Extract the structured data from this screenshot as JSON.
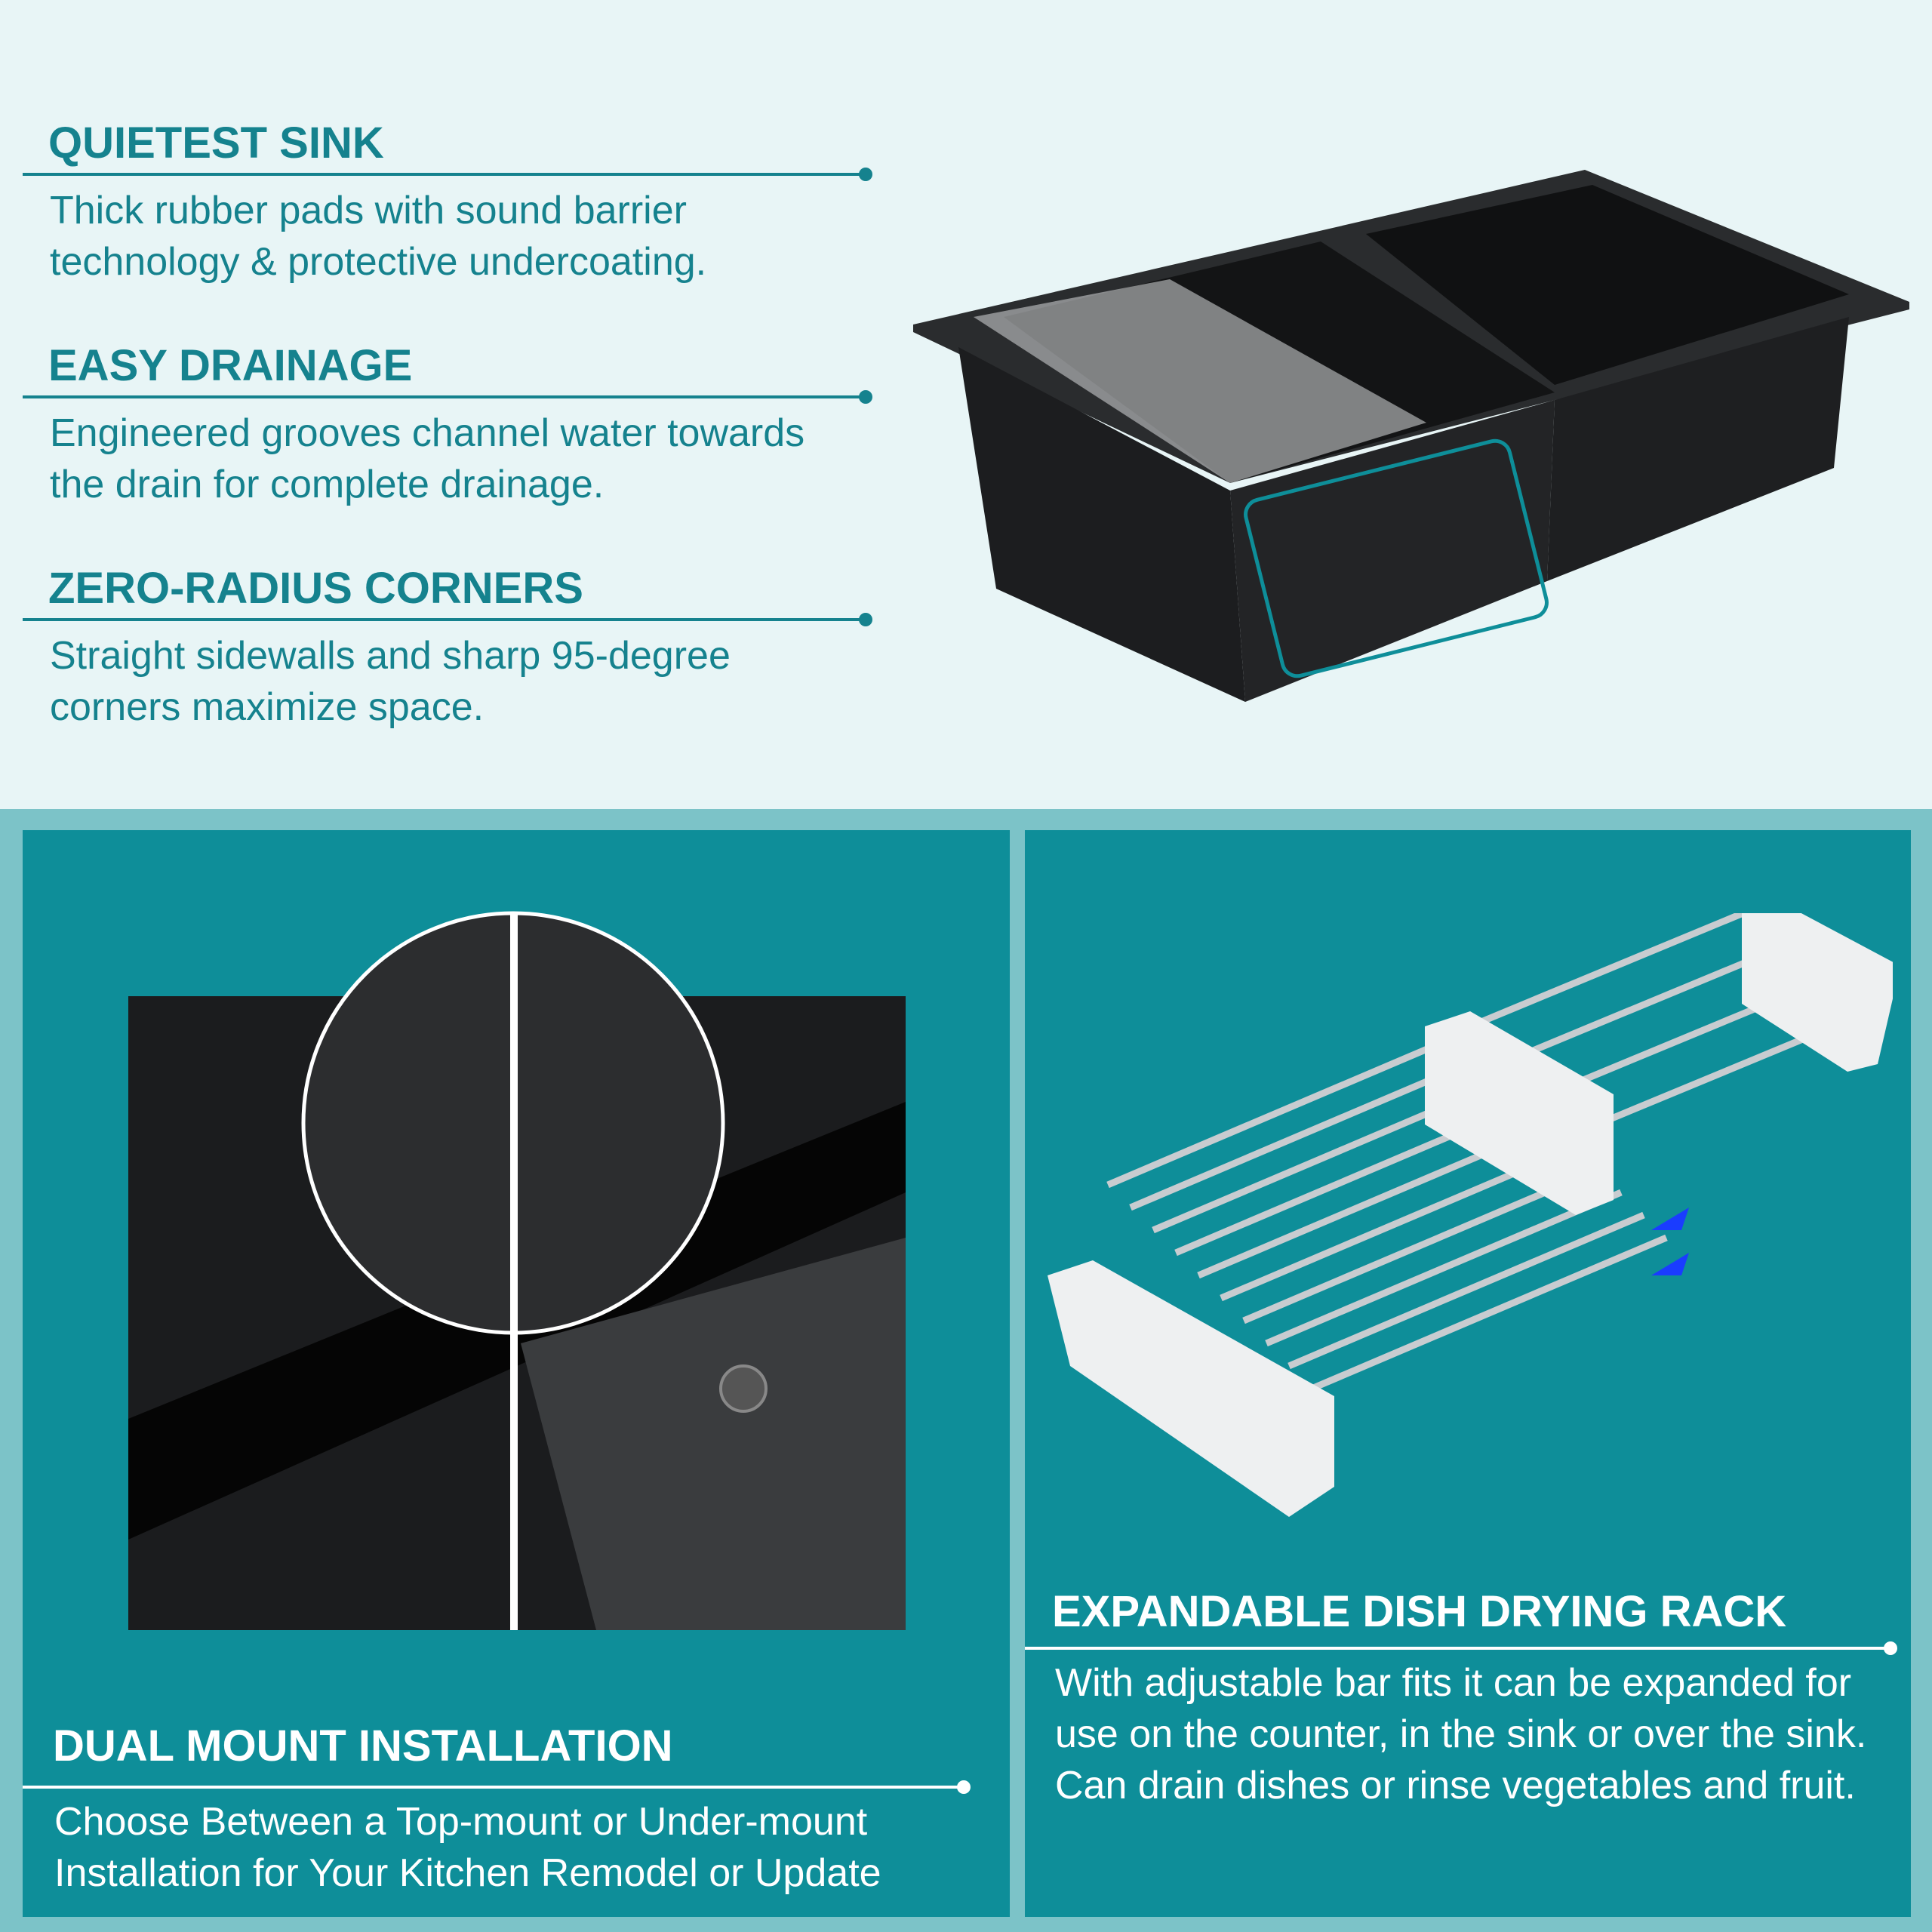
{
  "features": [
    {
      "title": "QUIETEST SINK",
      "text": "Thick rubber pads with sound barrier technology & protective undercoating."
    },
    {
      "title": "EASY DRAINAGE",
      "text": "Engineered grooves channel water towards the drain for complete drainage."
    },
    {
      "title": "ZERO-RADIUS CORNERS",
      "text": "Straight sidewalls and sharp 95-degree corners maximize space."
    }
  ],
  "panels": {
    "dual_mount": {
      "title": "DUAL MOUNT INSTALLATION",
      "text": "Choose Between a Top-mount or Under-mount Installation for Your Kitchen Remodel or Update"
    },
    "drying_rack": {
      "title": "EXPANDABLE DISH DRYING RACK",
      "text": "With adjustable bar fits it can be expanded for use on the counter, in the sink or over the sink. Can drain dishes or rinse vegetables and fruit."
    }
  },
  "colors": {
    "accent": "#15828e",
    "panel": "#0e8e99",
    "band": "#7cc3c8",
    "background": "#e8f5f6"
  }
}
